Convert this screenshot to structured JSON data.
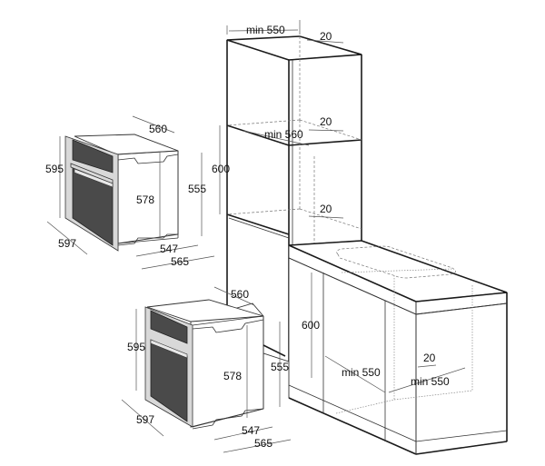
{
  "diagram": {
    "type": "oven-built-in-installation-dimensions",
    "units": "mm",
    "oven_top": {
      "labels": {
        "depth_top": "560",
        "height_front": "595",
        "height_side": "578",
        "height_rear": "555",
        "width_front": "597",
        "depth_bottom_inner": "547",
        "depth_bottom_outer": "565"
      }
    },
    "oven_bottom": {
      "labels": {
        "depth_top": "560",
        "height_front": "595",
        "height_side": "578",
        "height_rear": "555",
        "width_front": "597",
        "depth_bottom_inner": "547",
        "depth_bottom_outer": "565"
      }
    },
    "tall_cabinet": {
      "labels": {
        "min_width": "min 550",
        "top_gap": "20",
        "niche_gap_top": "20",
        "min_depth": "min 560",
        "niche_height": "600",
        "niche_gap_bottom": "20"
      }
    },
    "under_counter": {
      "labels": {
        "niche_height": "600",
        "min_width": "min 550",
        "min_depth": "min 550",
        "rear_gap": "20"
      }
    }
  }
}
